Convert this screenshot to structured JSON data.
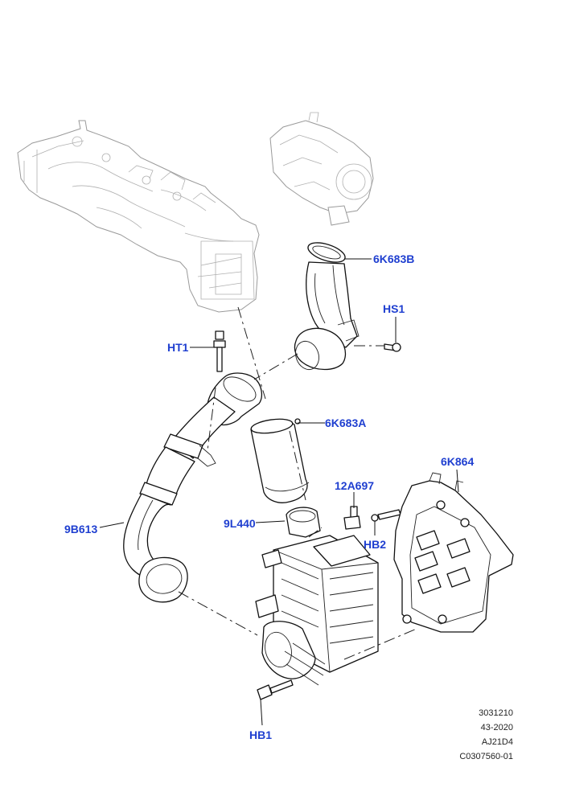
{
  "callouts": {
    "6K683B": "6K683B",
    "HS1": "HS1",
    "HT1": "HT1",
    "6K683A": "6K683A",
    "6K864": "6K864",
    "12A697": "12A697",
    "9B613": "9B613",
    "9L440": "9L440",
    "HB2": "HB2",
    "HB1": "HB1"
  },
  "reference": {
    "line1": "3031210",
    "line2": "43-2020",
    "line3": "AJ21D4",
    "line4": "C0307560-01"
  },
  "colors": {
    "callout": "#1f3fd0",
    "ghost_part": "#9a9a9a",
    "line": "#111111"
  }
}
